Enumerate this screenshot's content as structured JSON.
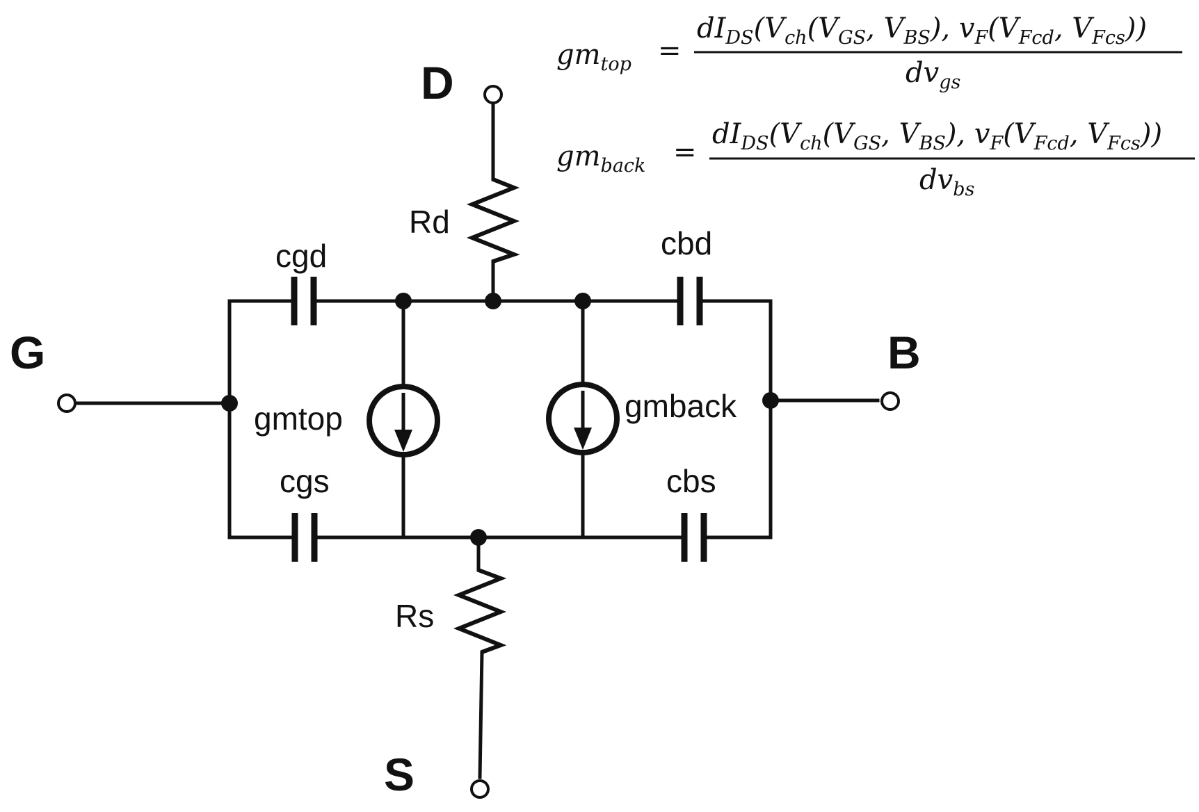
{
  "terminals": {
    "drain": "D",
    "gate": "G",
    "bulk": "B",
    "source": "S"
  },
  "components": {
    "drain_resistor": "Rd",
    "source_resistor": "Rs",
    "cap_gd": "cgd",
    "cap_gs": "cgs",
    "cap_bd": "cbd",
    "cap_bs": "cbs",
    "source_top": "gmtop",
    "source_back": "gmback"
  },
  "equations": {
    "top": {
      "lhs_base": "gm",
      "lhs_sub": "top",
      "equals": "=",
      "numerator": "dI_DS(V_ch(V_GS, V_BS), v_F(V_Fcd, V_Fcs))",
      "denominator_base": "dv",
      "denominator_sub": "gs"
    },
    "back": {
      "lhs_base": "gm",
      "lhs_sub": "back",
      "equals": "=",
      "numerator": "dI_DS(V_ch(V_GS, V_BS), v_F(V_Fcd, V_Fcs))",
      "denominator_base": "dv",
      "denominator_sub": "bs"
    }
  },
  "colors": {
    "line": "#111111",
    "background": "#ffffff"
  }
}
